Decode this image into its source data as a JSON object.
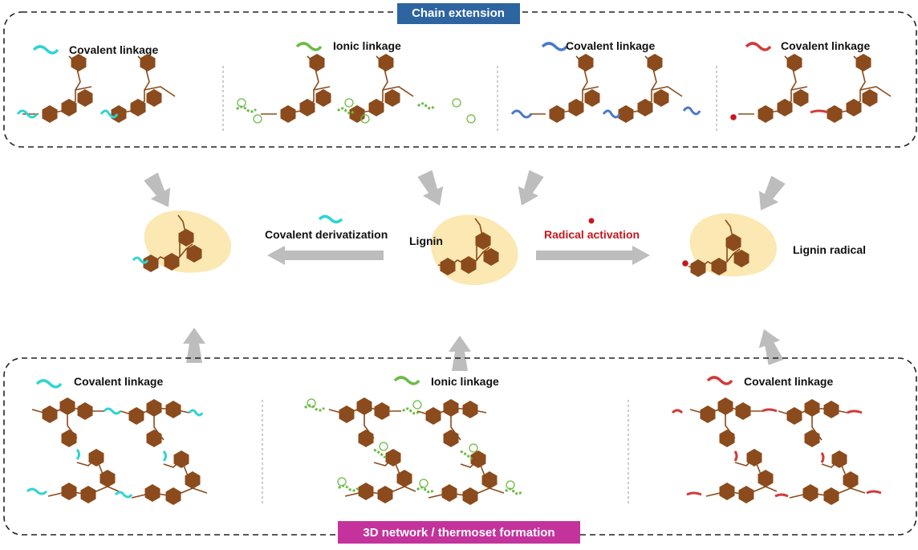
{
  "top_panel": {
    "title": "Chain extension",
    "title_color": "#2e64a0",
    "labels": [
      "Covalent linkage",
      "Ionic linkage",
      "Covalent linkage",
      "Covalent linkage"
    ]
  },
  "center": {
    "lignin": "Lignin",
    "left_action": "Covalent derivatization",
    "right_action": "Radical activation",
    "right_product": "Lignin radical"
  },
  "bottom_panel": {
    "title": "3D network / thermoset formation",
    "title_color": "#c4339c",
    "labels": [
      "Covalent linkage",
      "Ionic linkage",
      "Covalent linkage"
    ]
  },
  "colors": {
    "hexagon": "#8b4b1c",
    "cyan_linker": "#2fd4d4",
    "green_linker": "#6cbb45",
    "blue_linker": "#4a78c8",
    "red_linker": "#d23a3a",
    "radical_dot": "#c8161d",
    "halo": "#fbe8b2",
    "arrow": "#bdbdbd"
  },
  "icons": [
    "hexagon-icon",
    "squiggle-linker-icon",
    "radical-dot-icon",
    "plus-charge-icon",
    "minus-charge-icon",
    "arrow-icon"
  ]
}
